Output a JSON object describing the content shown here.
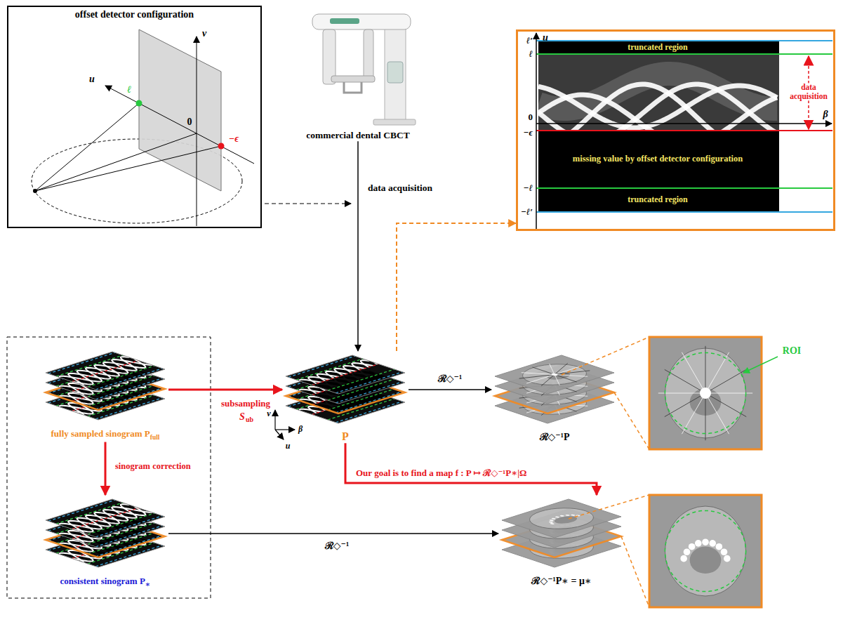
{
  "diagram": {
    "nodes": [
      {
        "text": [
          "offset detector configuration"
        ]
      },
      {
        "text": [
          "commercial dental CBCT"
        ]
      },
      {
        "text": [
          "truncated region",
          "data acquisition",
          "missing value by offset detector configuration",
          "truncated region"
        ]
      },
      {
        "text": [
          "fully sampled sinogram P",
          "full"
        ]
      },
      {
        "text": [
          "P"
        ]
      },
      {
        "text": [
          "ℛ◇⁻¹P"
        ]
      },
      {
        "text": [
          "consistent sinogram P",
          "∗"
        ]
      },
      {
        "text": [
          "ℛ◇⁻¹P∗ = μ∗"
        ]
      }
    ],
    "edges": [
      {
        "from": 1,
        "to": 4,
        "label": "data acquisition",
        "arrow": "to"
      },
      {
        "from": 3,
        "to": 4,
        "label": "subsampling",
        "arrow": "to"
      },
      {
        "from": 4,
        "to": 2,
        "arrow": "to"
      },
      {
        "from": 4,
        "to": 5,
        "label": "ℛ◇⁻¹",
        "arrow": "to"
      },
      {
        "from": 3,
        "to": 6,
        "label": "sinogram correction",
        "arrow": "to"
      },
      {
        "from": 6,
        "to": 7,
        "label": "ℛ◇⁻¹",
        "arrow": "to"
      },
      {
        "from": 4,
        "to": 7,
        "label": "Our goal is to find a map f : P ↦ ℛ◇⁻¹P∗|Ω",
        "arrow": "to"
      }
    ],
    "labels": [
      "u",
      "v",
      "ℓ",
      "0",
      "−ϵ",
      "u",
      "ℓ′",
      "ℓ",
      "0",
      "−ϵ",
      "−ℓ",
      "−ℓ′",
      "β",
      "S",
      "ub",
      "v",
      "u",
      "β",
      "ROI"
    ]
  }
}
